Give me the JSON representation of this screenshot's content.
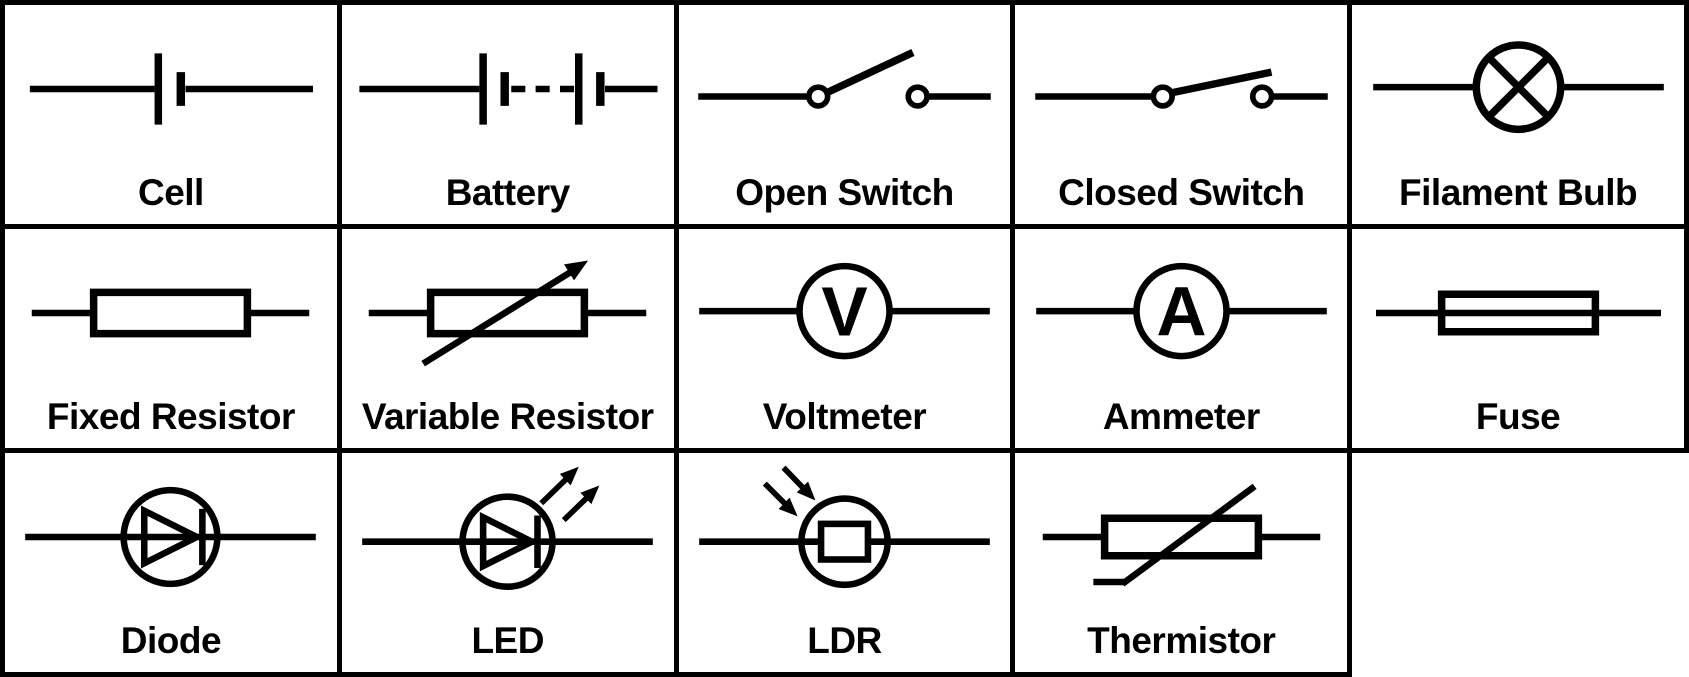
{
  "colors": {
    "line": "#000000",
    "background": "#ffffff"
  },
  "table": {
    "rows": [
      {
        "cells": [
          {
            "label": "Cell",
            "symbol": "cell"
          },
          {
            "label": "Battery",
            "symbol": "battery"
          },
          {
            "label": "Open Switch",
            "symbol": "open-switch"
          },
          {
            "label": "Closed Switch",
            "symbol": "closed-switch"
          },
          {
            "label": "Filament Bulb",
            "symbol": "filament-bulb"
          }
        ]
      },
      {
        "cells": [
          {
            "label": "Fixed Resistor",
            "symbol": "fixed-resistor"
          },
          {
            "label": "Variable Resistor",
            "symbol": "variable-resistor"
          },
          {
            "label": "Voltmeter",
            "symbol": "voltmeter",
            "symbol_text": "V"
          },
          {
            "label": "Ammeter",
            "symbol": "ammeter",
            "symbol_text": "A"
          },
          {
            "label": "Fuse",
            "symbol": "fuse"
          }
        ]
      },
      {
        "cells": [
          {
            "label": "Diode",
            "symbol": "diode"
          },
          {
            "label": "LED",
            "symbol": "led"
          },
          {
            "label": "LDR",
            "symbol": "ldr"
          },
          {
            "label": "Thermistor",
            "symbol": "thermistor"
          },
          {
            "empty": true
          }
        ]
      }
    ]
  }
}
